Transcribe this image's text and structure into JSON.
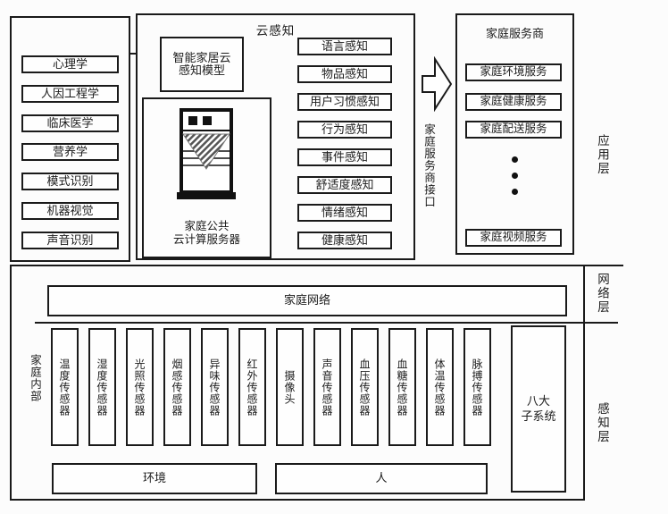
{
  "top": {
    "disciplines": [
      "心理学",
      "人因工程学",
      "临床医学",
      "营养学",
      "模式识别",
      "机器视觉",
      "声音识别"
    ],
    "cloud": {
      "label": "云感知",
      "model_lines": [
        "智能家居云",
        "感知模型"
      ],
      "server_label_lines": [
        "家庭公共",
        "云计算服务器"
      ],
      "perceptions": [
        "语言感知",
        "物品感知",
        "用户习惯感知",
        "行为感知",
        "事件感知",
        "舒适度感知",
        "情绪感知",
        "健康感知"
      ]
    },
    "interface_label": "家庭服务商接口",
    "providers": {
      "title": "家庭服务商",
      "services": [
        "家庭环境服务",
        "家庭健康服务",
        "家庭配送服务"
      ],
      "last_service": "家庭视频服务"
    },
    "layer_label": "应用层"
  },
  "network": {
    "box_label": "家庭网络",
    "layer_label": "网络层"
  },
  "perception": {
    "home_label": "家庭内部",
    "sensors": [
      "温度传感器",
      "湿度传感器",
      "光照传感器",
      "烟感传感器",
      "异味传感器",
      "红外传感器",
      "摄像头",
      "声音传感器",
      "血压传感器",
      "血糖传感器",
      "体温传感器",
      "脉搏传感器"
    ],
    "subsystem_lines": [
      "八大",
      "子系统"
    ],
    "environment_label": "环境",
    "person_label": "人",
    "layer_label": "感知层"
  },
  "icons": {
    "server": "cloud-server-icon",
    "flow_arrow": "right-arrow-icon",
    "interface_arrow": "block-right-arrow-icon",
    "ellipsis": "vertical-ellipsis-icon"
  },
  "colors": {
    "line": "#1a1a1a",
    "background": "#fcfcfc"
  }
}
